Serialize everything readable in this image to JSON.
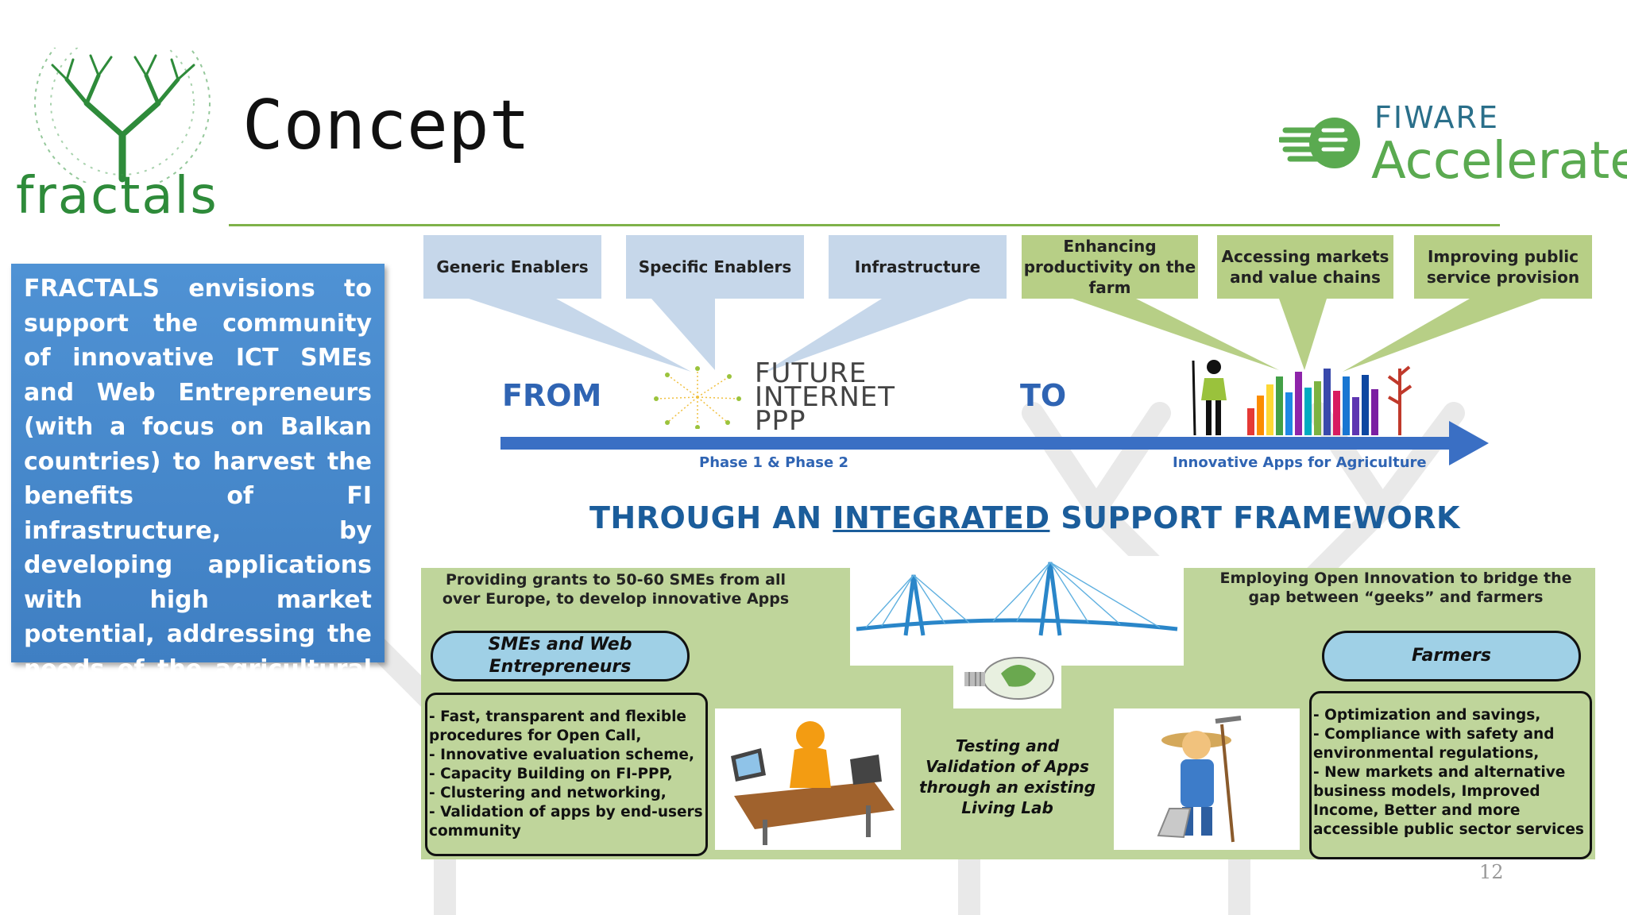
{
  "header": {
    "title": "Concept",
    "logo_fractals_text": "fractals",
    "logo_fiware_text": "FIWARE",
    "logo_accelerate_text": "Accelerate"
  },
  "left_panel": {
    "text": "FRACTALS envisions to support the community of innovative ICT SMEs and Web Entrepreneurs (with a focus on Balkan countries) to harvest the benefits of FI infrastructure, by developing applications with high market potential, addressing the needs of the agricultural sector."
  },
  "top_boxes": [
    {
      "label": "Generic Enablers"
    },
    {
      "label": "Specific Enablers"
    },
    {
      "label": "Infrastructure"
    },
    {
      "label": "Enhancing productivity on the farm"
    },
    {
      "label": "Accessing markets and value chains"
    },
    {
      "label": "Improving public service provision"
    }
  ],
  "timeline": {
    "from_label": "FROM",
    "to_label": "TO",
    "fi_line1": "FUTURE",
    "fi_line2": "INTERNET",
    "fi_line3": "PPP",
    "phase_label": "Phase 1 & Phase 2",
    "apps_label": "Innovative Apps for Agriculture"
  },
  "through": {
    "prefix": "THROUGH AN ",
    "emphasis": "INTEGRATED",
    "suffix": " SUPPORT FRAMEWORK"
  },
  "framework": {
    "left_note": "Providing grants to 50-60 SMEs from all over Europe, to develop innovative Apps",
    "right_note": "Employing Open Innovation to bridge the gap between “geeks” and farmers",
    "left_pill": "SMEs and Web Entrepreneurs",
    "right_pill": "Farmers",
    "left_list": [
      "- Fast, transparent and flexible procedures for Open Call,",
      "- Innovative evaluation scheme,",
      "- Capacity Building on FI-PPP,",
      "- Clustering and networking,",
      "- Validation of apps by end-users community"
    ],
    "right_list": [
      "- Optimization and savings,",
      "- Compliance with safety and environmental regulations,",
      "- New markets and alternative business models, Improved Income, Better and more accessible public sector services"
    ],
    "center_text": "Testing and Validation of Apps through an existing Living Lab"
  },
  "page_number": "12",
  "colors": {
    "panel_blue": "#4a8bd0",
    "arrow_blue": "#3a6fc4",
    "box_blue": "#c6d7ea",
    "box_green": "#b7cf86",
    "framework_green": "#bfd59b",
    "heading_blue": "#1b5d9b"
  }
}
